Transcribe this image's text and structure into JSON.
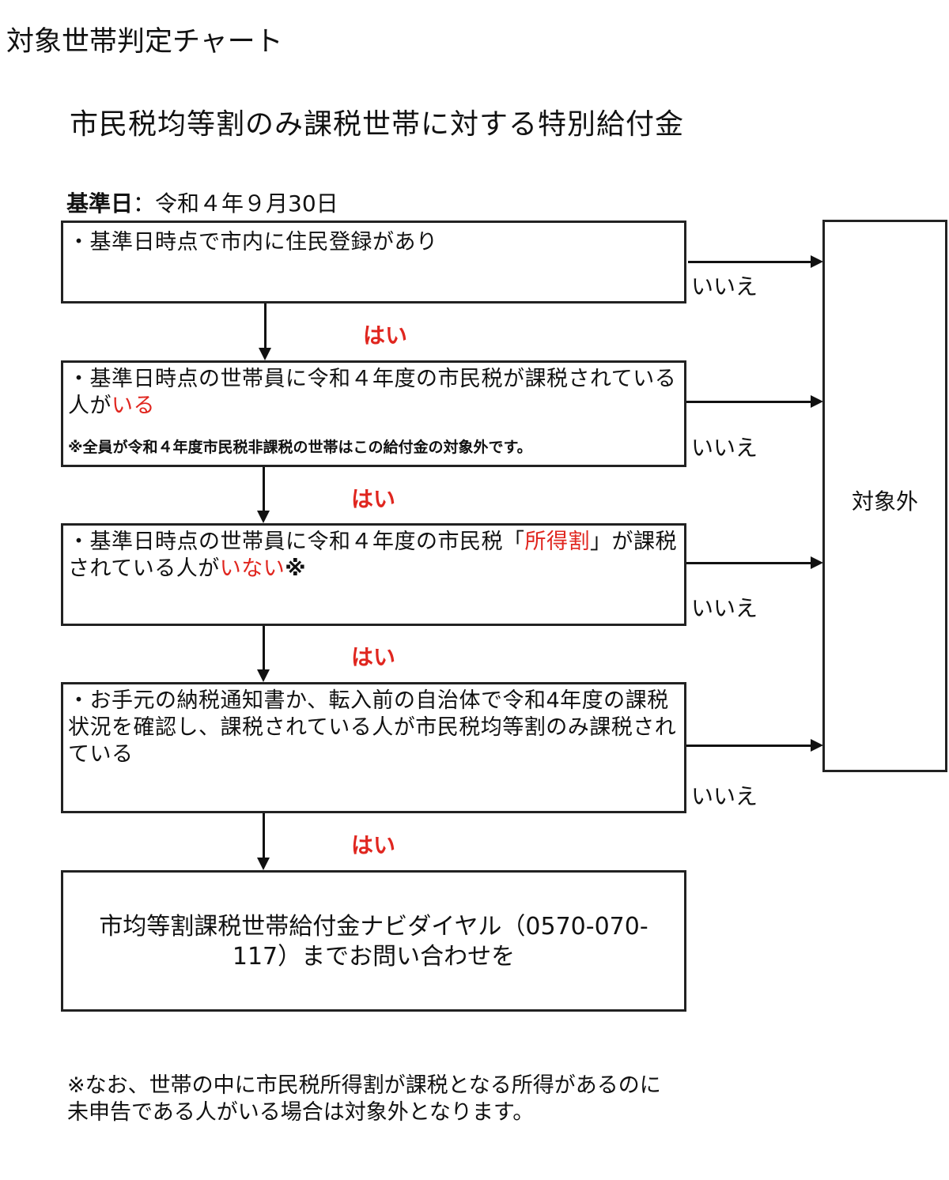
{
  "title": "対象世帯判定チャート",
  "subtitle": "市民税均等割のみ課税世帯に対する特別給付金",
  "base_date": {
    "label": "基準日",
    "value": "：令和４年９月30日"
  },
  "boxes": [
    {
      "text": "・基準日時点で市内に住民登録があり"
    },
    {
      "text_a": "・基準日時点の世帯員に令和４年度の市民税が課税されている人が",
      "text_red": "いる",
      "note": "※全員が令和４年度市民税非課税の世帯はこの給付金の対象外です。"
    },
    {
      "text_a": "・基準日時点の世帯員に令和４年度の市民税「",
      "text_red1": "所得割",
      "text_b": "」が課税されている人が",
      "text_red2": "いない",
      "text_c": "※"
    },
    {
      "text": "・お手元の納税通知書か、転入前の自治体で令和4年度の課税状況を確認し、課税されている人が市民税均等割のみ課税されている"
    },
    {
      "text": "市均等割課税世帯給付金ナビダイヤル（0570-070-117）までお問い合わせを"
    }
  ],
  "excluded_box": "対象外",
  "yes_label": "はい",
  "no_label": "いいえ",
  "footnote": "※なお、世帯の中に市民税所得割が課税となる所得があるのに未申告である人がいる場合は対象外となります。",
  "colors": {
    "accent_red": "#e0261f",
    "border": "#222222"
  }
}
